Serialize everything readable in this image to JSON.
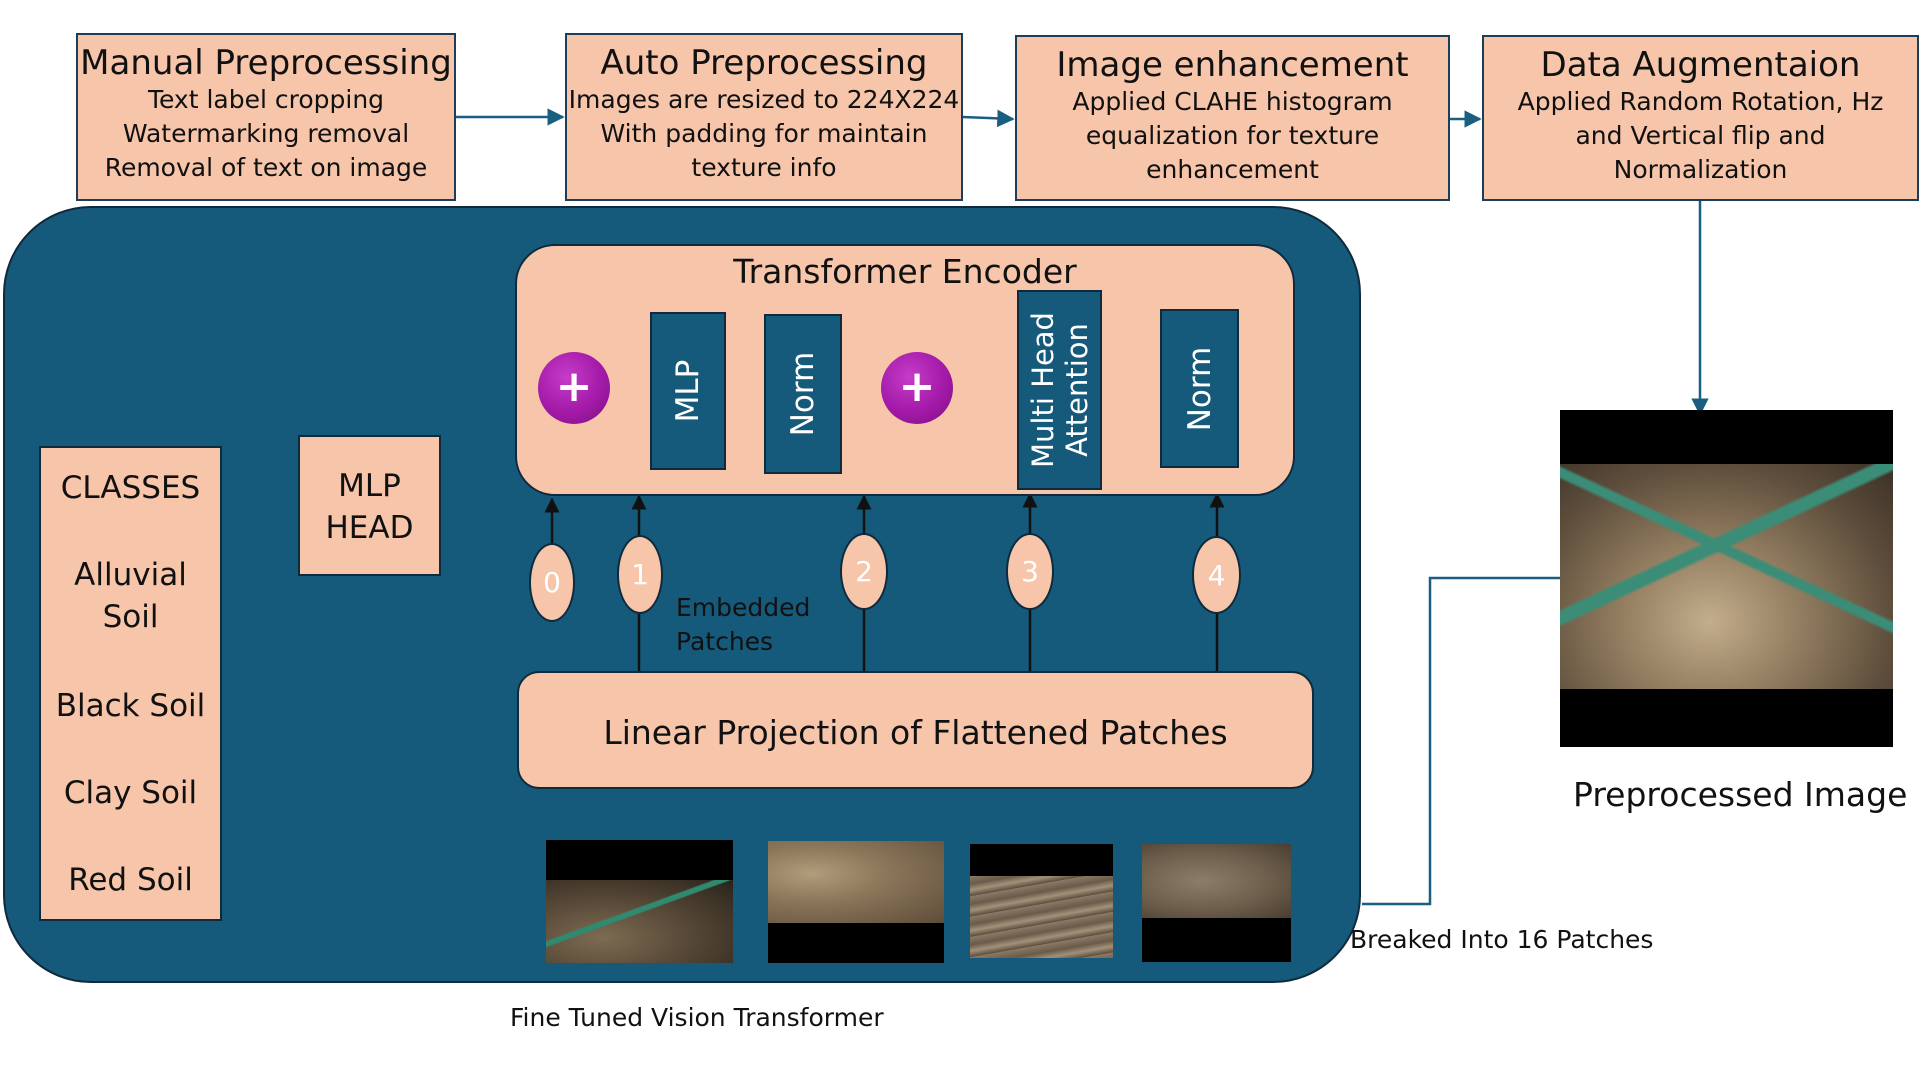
{
  "pipeline": [
    {
      "title": "Manual Preprocessing",
      "lines": [
        "Text label cropping",
        "Watermarking removal",
        "Removal of text on image"
      ]
    },
    {
      "title": "Auto Preprocessing",
      "lines": [
        "Images are resized to 224X224",
        "With padding for maintain",
        "texture info"
      ]
    },
    {
      "title": "Image enhancement",
      "lines": [
        "Applied CLAHE histogram",
        "equalization for texture",
        "enhancement"
      ]
    },
    {
      "title": "Data Augmentaion",
      "lines": [
        "Applied Random Rotation, Hz",
        "and Vertical flip and",
        "Normalization"
      ]
    }
  ],
  "encoder": {
    "title": "Transformer Encoder",
    "plus_symbol": "+",
    "mlp_label": "MLP",
    "norm_label": "Norm",
    "attention_label": "Multi Head\nAttention"
  },
  "embedded_patches_label": "Embedded\nPatches",
  "tokens": [
    "0",
    "1",
    "2",
    "3",
    "4"
  ],
  "linear_projection_label": "Linear Projection of Flattened Patches",
  "mlp_head_label": "MLP\nHEAD",
  "classes": {
    "title": "CLASSES",
    "items": [
      "Alluvial\nSoil",
      "Black Soil",
      "Clay Soil",
      "Red Soil"
    ]
  },
  "vit_caption": "Fine Tuned Vision Transformer",
  "patches_caption": "Breaked Into 16 Patches",
  "preprocessed_caption": "Preprocessed Image",
  "colors": {
    "panel": "#155a7b",
    "box_fill": "#f6c5aa",
    "arrow": "#1b5f80",
    "plus": "#a41aa8"
  }
}
